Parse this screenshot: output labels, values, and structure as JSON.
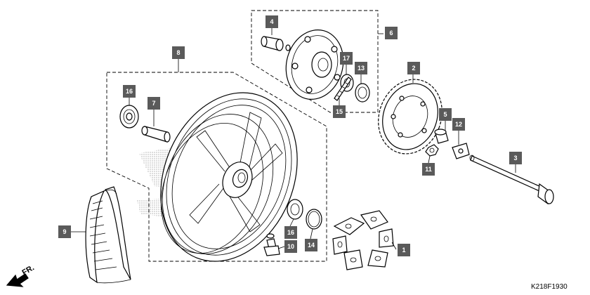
{
  "diagram": {
    "code": "K218F1930",
    "direction_label": "FR.",
    "callouts": [
      {
        "id": "c1",
        "label": "1"
      },
      {
        "id": "c2",
        "label": "2"
      },
      {
        "id": "c3",
        "label": "3"
      },
      {
        "id": "c4",
        "label": "4"
      },
      {
        "id": "c5",
        "label": "5"
      },
      {
        "id": "c6",
        "label": "6"
      },
      {
        "id": "c7",
        "label": "7"
      },
      {
        "id": "c8",
        "label": "8"
      },
      {
        "id": "c9",
        "label": "9"
      },
      {
        "id": "c10",
        "label": "10"
      },
      {
        "id": "c11",
        "label": "11"
      },
      {
        "id": "c12",
        "label": "12"
      },
      {
        "id": "c13",
        "label": "13"
      },
      {
        "id": "c14",
        "label": "14"
      },
      {
        "id": "c15",
        "label": "15"
      },
      {
        "id": "c16a",
        "label": "16"
      },
      {
        "id": "c16b",
        "label": "16"
      },
      {
        "id": "c17",
        "label": "17"
      }
    ],
    "colors": {
      "callout_fill": "#5a5a5a",
      "line": "#000000",
      "background": "#ffffff"
    }
  }
}
